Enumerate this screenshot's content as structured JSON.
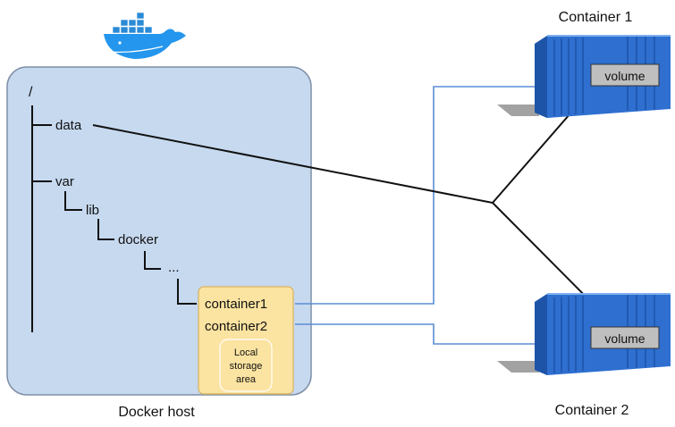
{
  "host": {
    "label": "Docker host",
    "tree": {
      "root": "/",
      "data": "data",
      "var": "var",
      "lib": "lib",
      "docker": "docker",
      "ellipsis": "..."
    },
    "storage": {
      "container1": "container1",
      "container2": "container2",
      "local_storage_line1": "Local",
      "local_storage_line2": "storage",
      "local_storage_line3": "area"
    }
  },
  "containers": [
    {
      "title": "Container 1",
      "volume_label": "volume"
    },
    {
      "title": "Container 2",
      "volume_label": "volume"
    }
  ],
  "colors": {
    "host_fill": "#c6d9ef",
    "host_border": "#7f8fa6",
    "storage_fill": "#fbe3a1",
    "storage_border": "#d9b25c",
    "link_blue": "#5b8ed6",
    "container_blue": "#2e6fd0",
    "volume_fill": "#bfbfbf",
    "docker_blue": "#2496ed"
  }
}
